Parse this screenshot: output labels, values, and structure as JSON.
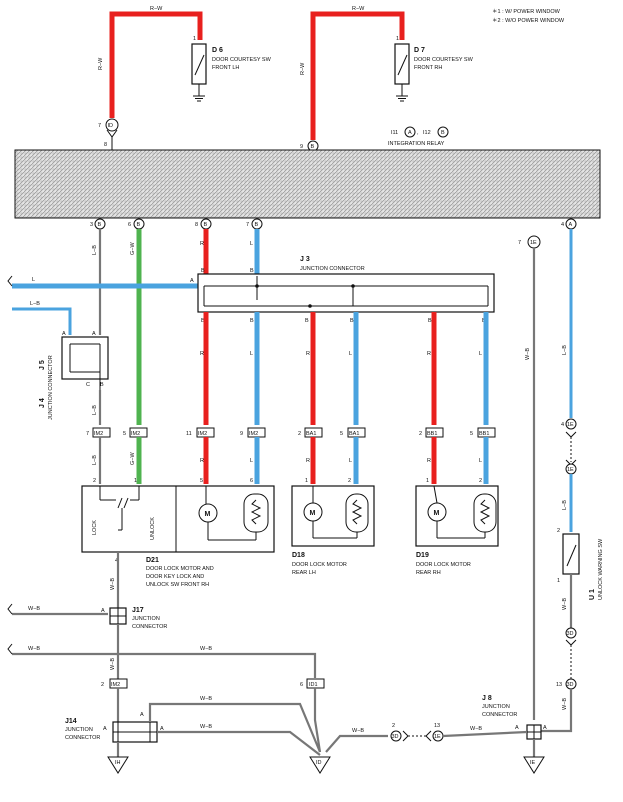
{
  "legend": {
    "note1": "＊1 : W/ POWER WINDOW",
    "note2": "＊2 : W/O POWER WINDOW"
  },
  "switches": {
    "d6": {
      "id": "D 6",
      "line1": "DOOR COURTESY SW",
      "line2": "FRONT LH",
      "pin": "1"
    },
    "d7": {
      "id": "D 7",
      "line1": "DOOR COURTESY SW",
      "line2": "FRONT RH",
      "pin": "1"
    }
  },
  "wire_labels": {
    "rw": "R−W",
    "lb": "L−B",
    "gw": "G−W",
    "r": "R",
    "l": "L",
    "b": "B",
    "wb": "W−B",
    "a": "A",
    "c": "C"
  },
  "relay": {
    "label_i11": "I11",
    "badge_a": "A",
    "comma": ",",
    "label_i12": "I12",
    "badge_b": "B",
    "name": "INTEGRATION RELAY",
    "top_pins": [
      "7",
      "9"
    ],
    "top_badges": [
      "ID",
      "B"
    ],
    "bottom_pins": [
      "3",
      "6",
      "8",
      "7",
      "7",
      "4"
    ],
    "bottom_badges": [
      "B",
      "B",
      "B",
      "B",
      "1E",
      "A"
    ],
    "pin8": "8"
  },
  "j3": {
    "id": "J 3",
    "name": "JUNCTION CONNECTOR",
    "a": "A",
    "b": "B"
  },
  "j4j5": {
    "j5": "J 5",
    "j4": "J 4",
    "badge_b": "B",
    "badge_a": "A",
    "name": "JUNCTION CONNECTOR"
  },
  "im2_row": {
    "pins": [
      "7",
      "5",
      "11",
      "9",
      "2",
      "5",
      "2",
      "5"
    ],
    "connectors": [
      "IM2",
      "IM2",
      "IM2",
      "IM2",
      "BA1",
      "BA1",
      "BB1",
      "BB1"
    ]
  },
  "motors": {
    "d21": {
      "id": "D21",
      "line1": "DOOR LOCK MOTOR AND",
      "line2": "DOOR KEY LOCK AND",
      "line3": "UNLOCK SW FRONT RH",
      "lock": "LOCK",
      "unlock": "UNLOCK",
      "pins": [
        "2",
        "1",
        "5",
        "6",
        "4"
      ]
    },
    "d18": {
      "id": "D18",
      "line1": "DOOR LOCK MOTOR",
      "line2": "REAR LH",
      "pins": [
        "1",
        "2"
      ]
    },
    "d19": {
      "id": "D19",
      "line1": "DOOR LOCK MOTOR",
      "line2": "REAR RH",
      "pins": [
        "1",
        "2"
      ]
    },
    "m": "M"
  },
  "u1": {
    "id": "U 1",
    "name": "UNLOCK WARNING SW",
    "pins": [
      "2",
      "1"
    ]
  },
  "right_connectors": {
    "badges": [
      "1E",
      "1E",
      "3D",
      "3D"
    ],
    "pins": [
      "4",
      "13"
    ]
  },
  "j17": {
    "id": "J17",
    "line1": "JUNCTION",
    "line2": "CONNECTOR",
    "a": "A"
  },
  "j14": {
    "id": "J14",
    "line1": "JUNCTION",
    "line2": "CONNECTOR",
    "a": "A"
  },
  "j8": {
    "id": "J 8",
    "line1": "JUNCTION",
    "line2": "CONNECTOR",
    "a": "A"
  },
  "bottom": {
    "im2_pin": "2",
    "im2": "IM2",
    "id1_pin": "6",
    "id1": "ID1",
    "pins_mid": [
      "2",
      "13"
    ],
    "badges_mid": [
      "3D",
      "1E"
    ],
    "grounds": [
      "IH",
      "ID",
      "IE"
    ]
  }
}
